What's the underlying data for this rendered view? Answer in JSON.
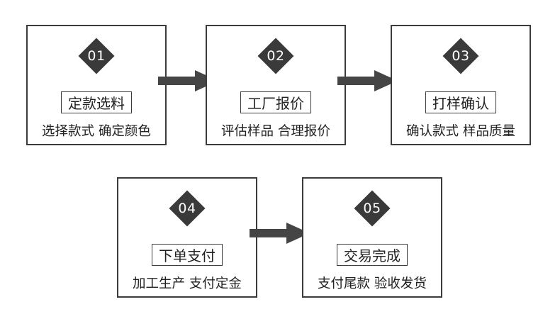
{
  "steps": [
    {
      "num": "01",
      "title": "定款选料",
      "desc": "选择款式 确定颜色"
    },
    {
      "num": "02",
      "title": "工厂报价",
      "desc": "评估样品 合理报价"
    },
    {
      "num": "03",
      "title": "打样确认",
      "desc": "确认款式 样品质量"
    },
    {
      "num": "04",
      "title": "下单支付",
      "desc": "加工生产 支付定金"
    },
    {
      "num": "05",
      "title": "交易完成",
      "desc": "支付尾款 验收发货"
    }
  ],
  "colors": {
    "box_border": "#3c3c3c",
    "diamond": "#3a3a3a",
    "arrow": "#454545",
    "text": "#222222"
  }
}
